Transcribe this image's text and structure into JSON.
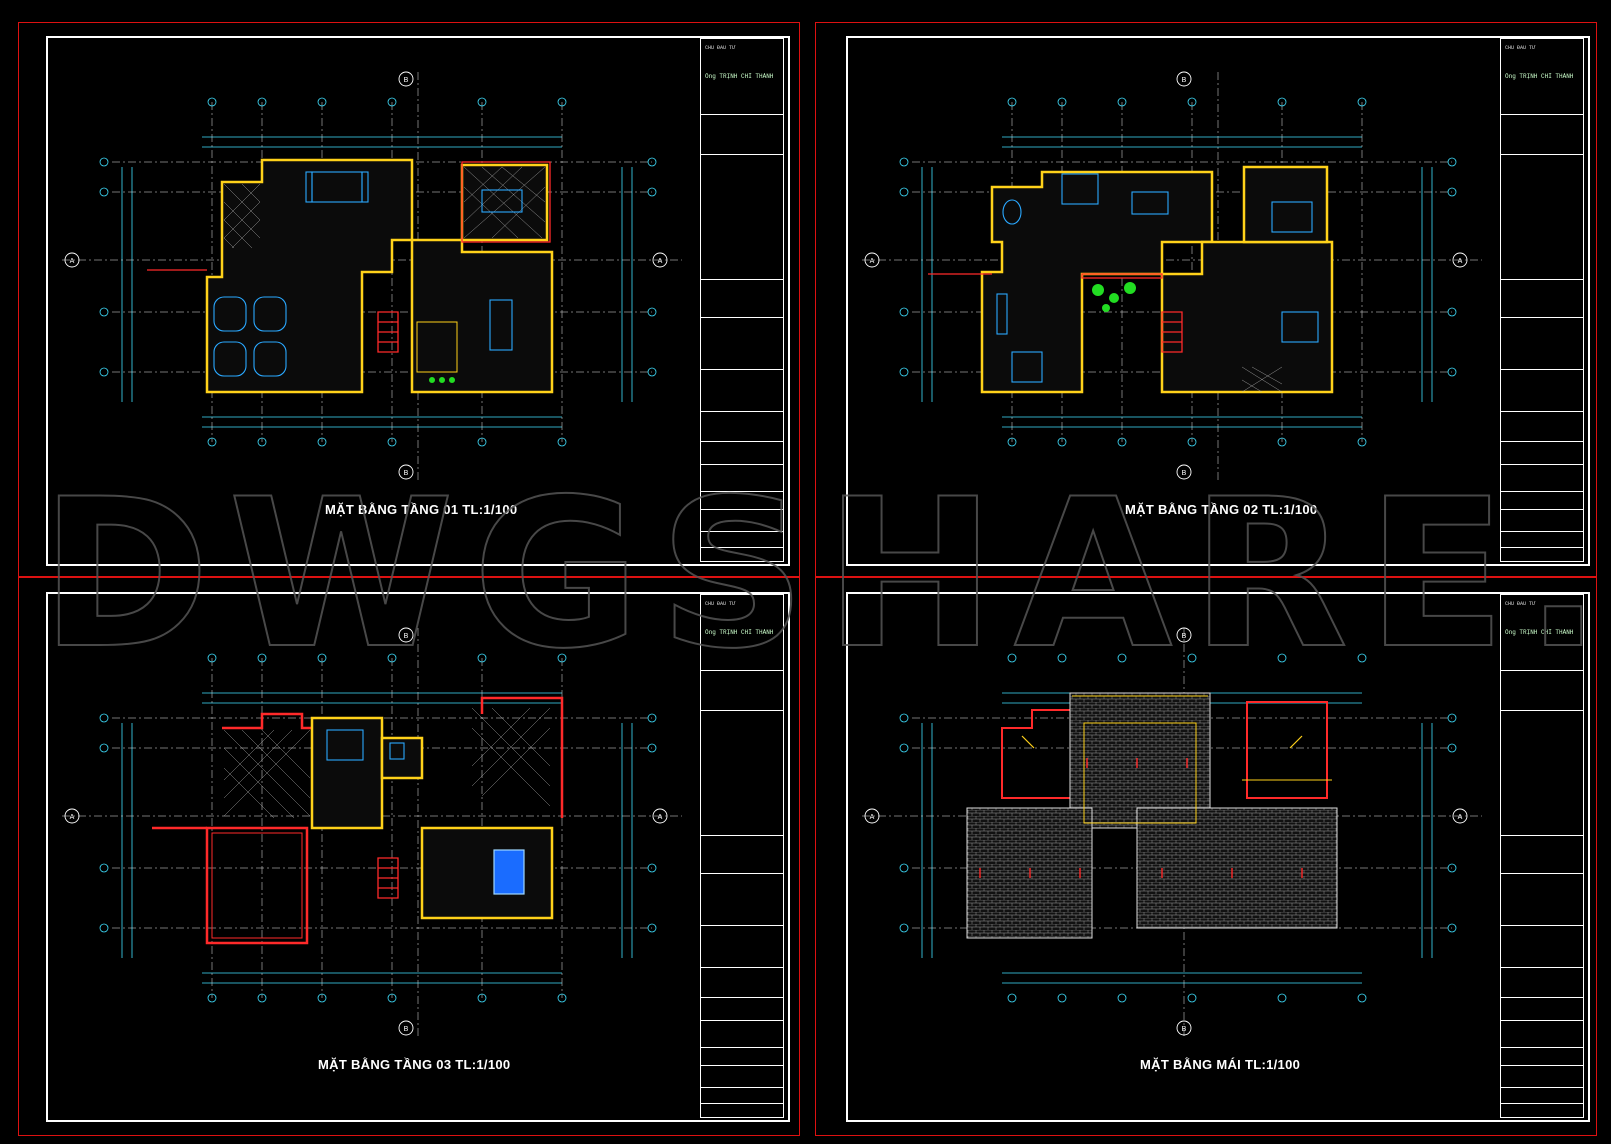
{
  "sheets": [
    {
      "id": "tang01",
      "title": "MẶT BẰNG TẦNG 01 TL:1/100",
      "grid_top": "B",
      "grid_side": "A"
    },
    {
      "id": "tang02",
      "title": "MẶT BẰNG TẦNG 02 TL:1/100",
      "grid_top": "B",
      "grid_side": "A"
    },
    {
      "id": "tang03",
      "title": "MẶT BẰNG TẦNG 03 TL:1/100",
      "grid_top": "B",
      "grid_side": "A"
    },
    {
      "id": "mai",
      "title": "MẶT BẰNG MÁI TL:1/100",
      "grid_top": "B",
      "grid_side": "A"
    }
  ],
  "title_block": {
    "owner_label": "CHỦ ĐẦU TƯ",
    "owner_name": "Ông TRỊNH CHÍ THÀNH"
  },
  "watermark": "DWGSHARE.com",
  "colors": {
    "sheet_border": "#d11111",
    "frame": "#ffffff",
    "wall": "#ffd21a",
    "axis": "#e6e6e6",
    "dimension": "#3fe0ff",
    "furniture": "#2aa8ff",
    "hatch": "#bdbdbd",
    "red": "#ff2a2a",
    "plant": "#22dd22"
  }
}
